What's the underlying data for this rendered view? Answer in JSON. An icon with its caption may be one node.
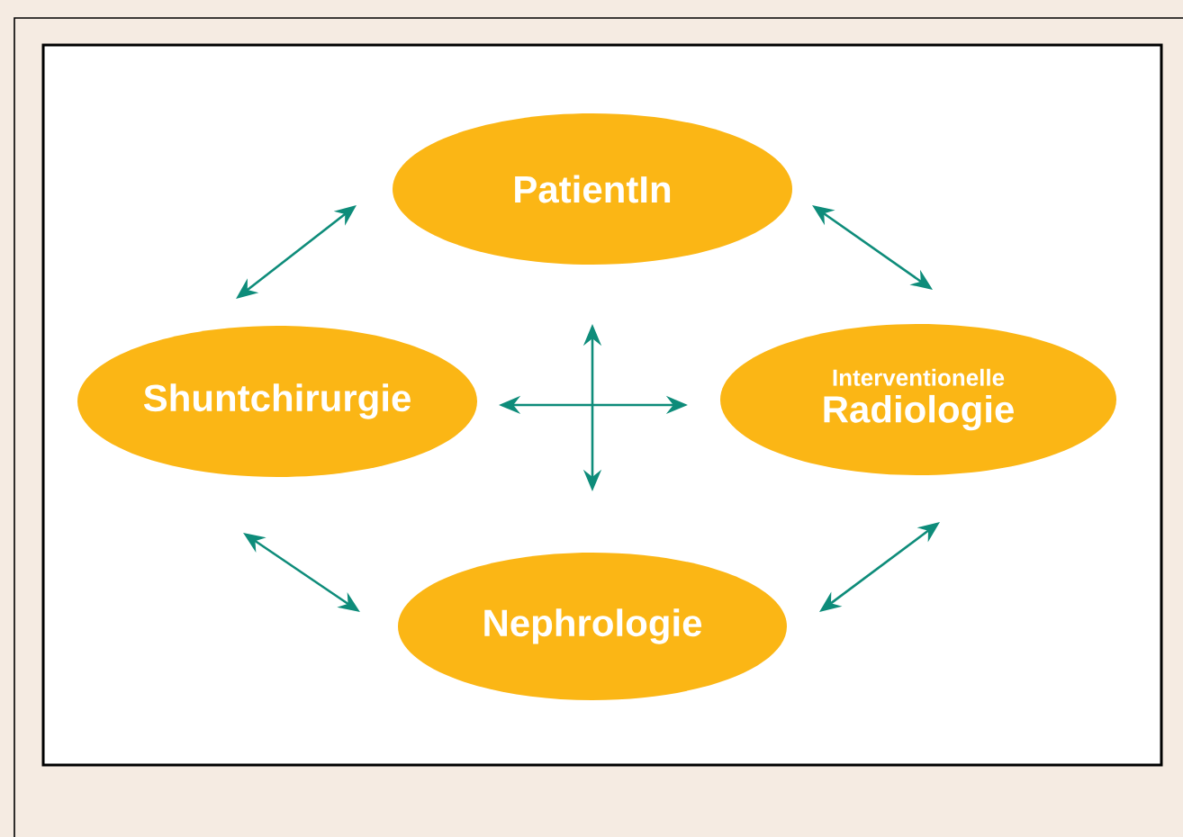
{
  "diagram": {
    "nodes": [
      {
        "text": [
          "PatientIn"
        ]
      },
      {
        "text": [
          "Shuntchirurgie"
        ]
      },
      {
        "text": [
          "Interventionelle",
          "Radiologie"
        ]
      },
      {
        "text": [
          "Nephrologie"
        ]
      }
    ],
    "edges": [
      {
        "from": 0,
        "to": 1,
        "arrow": "both"
      },
      {
        "from": 0,
        "to": 2,
        "arrow": "both"
      },
      {
        "from": 1,
        "to": 3,
        "arrow": "both"
      },
      {
        "from": 3,
        "to": 2,
        "arrow": "both"
      },
      {
        "from": 1,
        "to": 2,
        "arrow": "both"
      },
      {
        "from": 0,
        "to": 3,
        "arrow": "both"
      }
    ]
  }
}
